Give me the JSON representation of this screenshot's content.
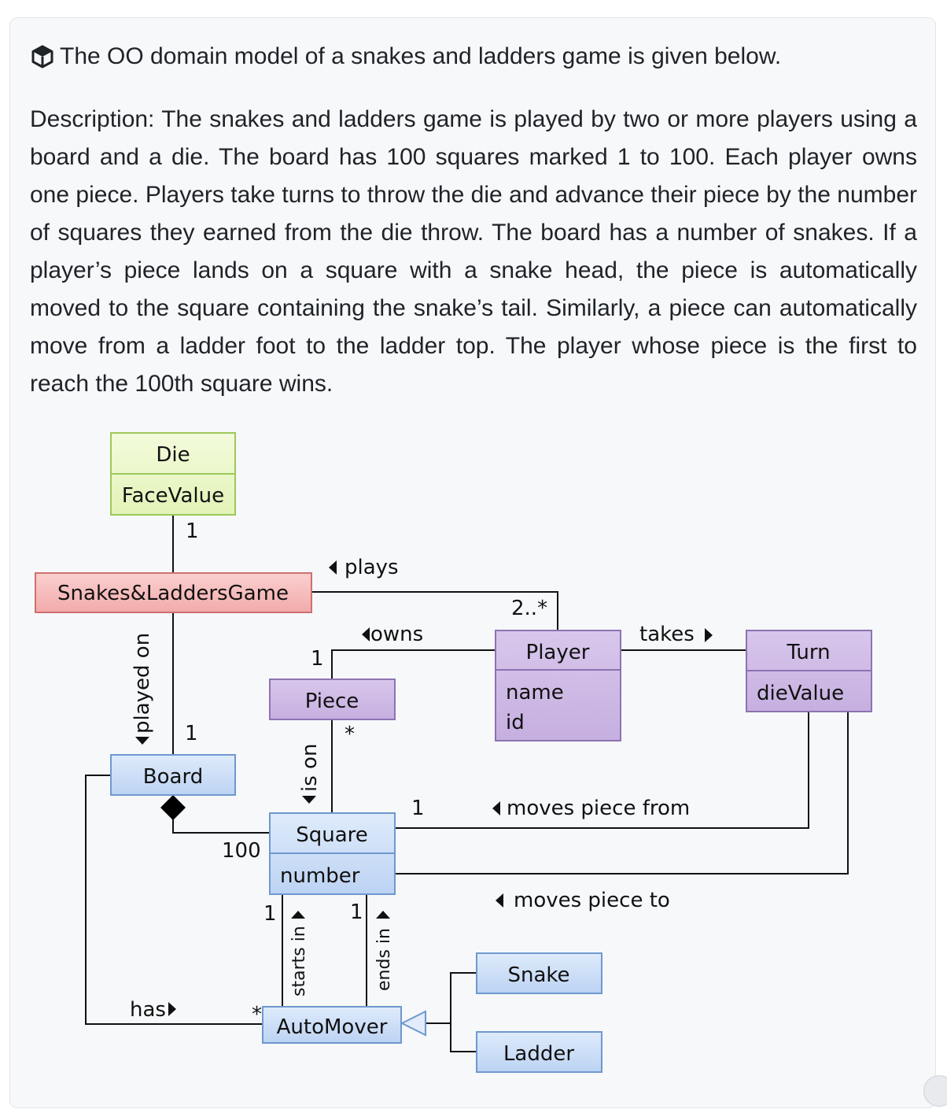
{
  "heading": "The OO domain model of a snakes and ladders game is given below.",
  "description": "Description: The snakes and ladders game is played by two or more players using a board and a die. The board has 100 squares marked 1 to 100. Each player owns one piece. Players take turns to throw the die and advance their piece by the number of squares they earned from the die throw. The board has a number of snakes. If a player’s piece lands on a square with a snake head, the piece is automatically moved to the square containing the snake’s tail. Similarly, a piece can automatically move from a ladder foot to the ladder top. The player whose piece is the first to reach the 100th square wins.",
  "diagram": {
    "classes": {
      "die": {
        "name": "Die",
        "attrs": [
          "FaceValue"
        ]
      },
      "game": {
        "name": "Snakes&LaddersGame"
      },
      "player": {
        "name": "Player",
        "attrs": [
          "name",
          "id"
        ]
      },
      "turn": {
        "name": "Turn",
        "attrs": [
          "dieValue"
        ]
      },
      "piece": {
        "name": "Piece"
      },
      "board": {
        "name": "Board"
      },
      "square": {
        "name": "Square",
        "attrs": [
          "number"
        ]
      },
      "snake": {
        "name": "Snake"
      },
      "ladder": {
        "name": "Ladder"
      },
      "automover": {
        "name": "AutoMover"
      }
    },
    "associations": {
      "plays": "plays",
      "owns": "owns",
      "takes": "takes",
      "played_on": "played on",
      "is_on": "is on",
      "moves_from": "moves piece from",
      "moves_to": "moves piece to",
      "starts_in": "starts in",
      "ends_in": "ends in",
      "has": "has"
    },
    "multiplicities": {
      "die_game": "1",
      "player_plays": "2..*",
      "piece_owns": "1",
      "board_played_on": "1",
      "piece_is_on": "*",
      "square_moves_from": "1",
      "board_square": "100",
      "square_starts_in": "1",
      "square_ends_in": "1",
      "automover_has": "*"
    },
    "colors": {
      "green_fill": "#e9f7c4",
      "green_border": "#9dc85a",
      "red_fill": "#f5b8b8",
      "red_border": "#d06f6f",
      "purple_fill": "#cbb6e2",
      "purple_border": "#8e72b3",
      "blue_fill": "#cfe0f7",
      "blue_border": "#6f98cf"
    }
  }
}
